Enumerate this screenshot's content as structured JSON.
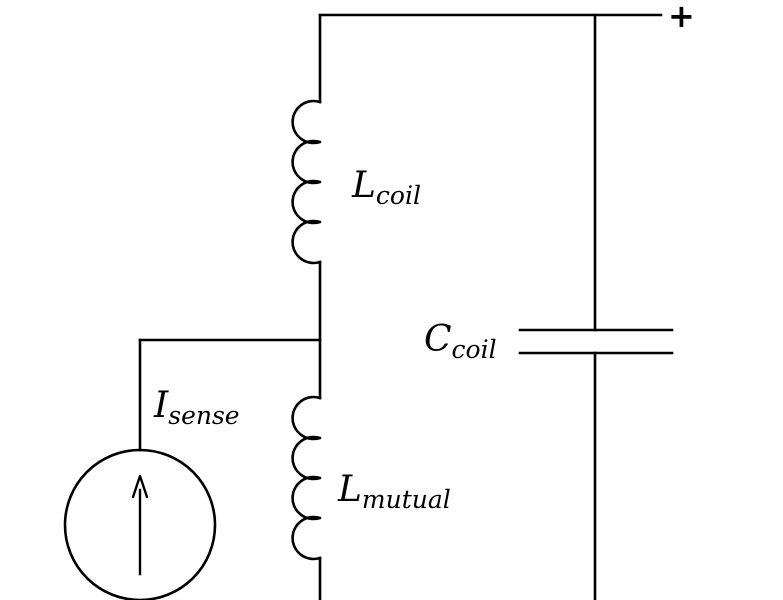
{
  "diagram": {
    "type": "circuit-schematic",
    "colors": {
      "stroke": "#000000",
      "background": "#ffffff"
    },
    "labels": {
      "plus_terminal": "+",
      "l_coil": {
        "main": "L",
        "sub": "coil"
      },
      "c_coil": {
        "main": "C",
        "sub": "coil"
      },
      "i_sense": {
        "main": "I",
        "sub": "sense"
      },
      "l_mutual": {
        "main": "L",
        "sub": "mutual"
      }
    },
    "components": [
      {
        "id": "L_coil",
        "kind": "inductor",
        "label": "L_coil",
        "branch": "middle-upper"
      },
      {
        "id": "L_mutual",
        "kind": "inductor",
        "label": "L_mutual",
        "branch": "middle-lower"
      },
      {
        "id": "C_coil",
        "kind": "capacitor",
        "label": "C_coil",
        "branch": "right"
      },
      {
        "id": "I_sense",
        "kind": "current-source",
        "label": "I_sense",
        "branch": "left",
        "arrow_direction": "up"
      }
    ]
  }
}
